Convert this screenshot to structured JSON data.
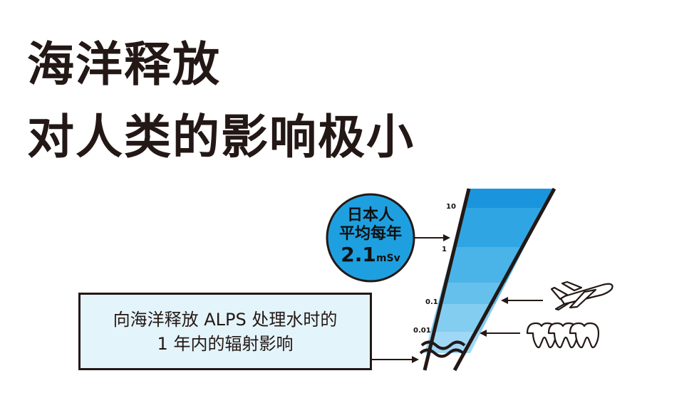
{
  "headline": {
    "line1": "海洋释放",
    "line2": "对人类的影响极小"
  },
  "japan_dose": {
    "line1": "日本人",
    "line2": "平均每年",
    "value": "2.1",
    "unit": "mSv"
  },
  "release": {
    "line1": "向海洋释放 ALPS 处理水时的",
    "line2": "1 年内的辐射影响"
  },
  "scale_ticks": [
    "10",
    "1",
    "0.1",
    "0.01"
  ],
  "icons": [
    "airplane-icon",
    "teeth-xray-icon"
  ],
  "colors": {
    "circle": "#1ea0e0",
    "box_fill": "#e4f4fb",
    "band_dark": "#1a95dd",
    "band_light": "#9fd8f6",
    "text": "#231815"
  }
}
